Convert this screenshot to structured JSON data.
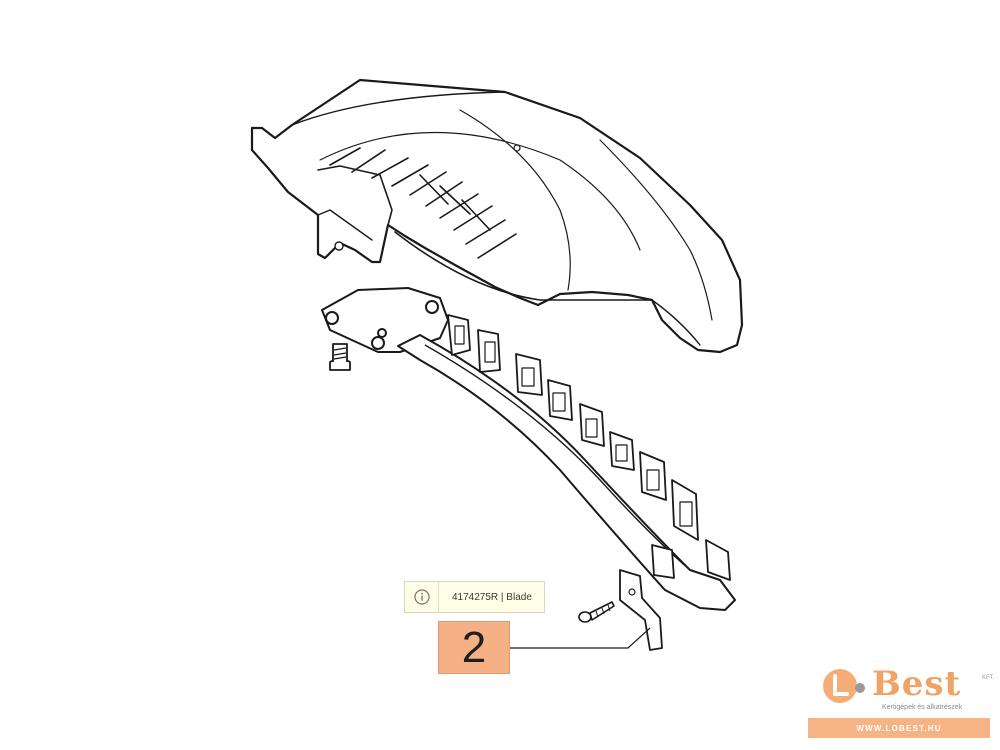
{
  "tooltip": {
    "icon": "info-icon",
    "text": "4174275R | Blade"
  },
  "callout": {
    "number": "2"
  },
  "logo": {
    "letter": "L",
    "name": "Best",
    "suffix": "KFT.",
    "tagline": "Kertigépek és alkatrészek",
    "url": "WWW.LOBEST.HU"
  },
  "colors": {
    "callout_fill": "#f6b086",
    "tooltip_fill": "#fefde6",
    "brand_orange": "#f1a264",
    "line_art": "#1a1a1a"
  }
}
